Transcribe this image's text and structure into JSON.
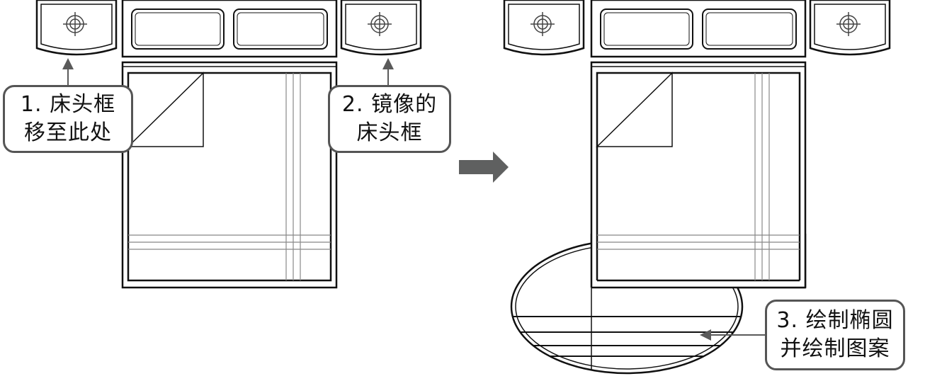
{
  "callouts": {
    "c1": {
      "line1": "1. 床头框",
      "line2": "移至此处"
    },
    "c2": {
      "line1": "2. 镜像的",
      "line2": "床头框"
    },
    "c3": {
      "line1": "3. 绘制椭圆",
      "line2": "并绘制图案"
    }
  },
  "colors": {
    "line": "#111111",
    "thin": "#888888",
    "arrow": "#5a5a5a",
    "callout_border": "#555555"
  },
  "icons": [
    "crosshair-icon",
    "right-arrow-icon",
    "up-arrow-icon",
    "left-arrow-icon"
  ]
}
